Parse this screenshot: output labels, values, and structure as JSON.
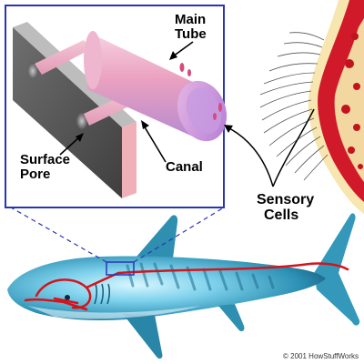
{
  "labels": {
    "main_tube_line1": "Main",
    "main_tube_line2": "Tube",
    "surface_pore_line1": "Surface",
    "surface_pore_line2": "Pore",
    "canal": "Canal",
    "sensory_cells_line1": "Sensory",
    "sensory_cells_line2": "Cells"
  },
  "copyright": "© 2001 HowStuffWorks",
  "icons": {
    "sensory_patch": "sensory-cells-illustration",
    "shark": "shark-illustration"
  },
  "colors": {
    "inset_border": "#2a35b5",
    "lateral_line": "#d4141c",
    "tube": "#e9a2c8",
    "plate": "#5a5a5a",
    "shark_body": "#3fa9c8",
    "tissue_red": "#d01a2a",
    "tissue_cream": "#f7e6b0"
  }
}
